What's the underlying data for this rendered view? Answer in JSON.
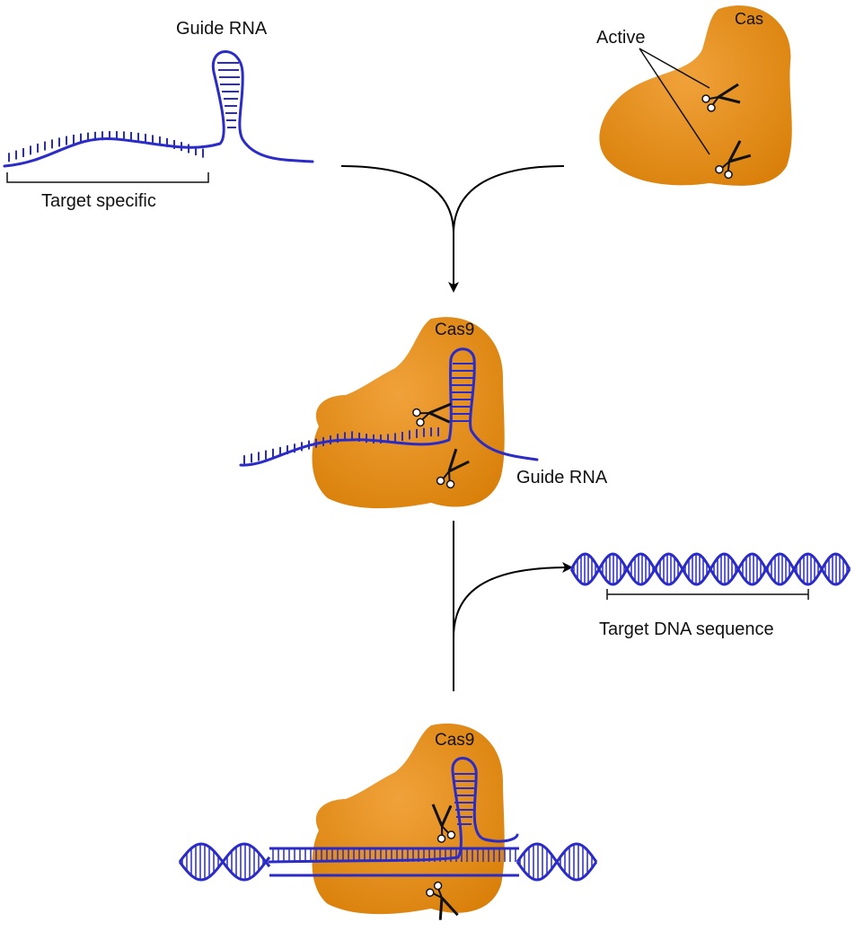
{
  "labels": {
    "guide_rna_top": "Guide RNA",
    "target_specific": "Target specific",
    "cas": "Cas",
    "active": "Active",
    "cas9_middle": "Cas9",
    "guide_rna_middle": "Guide RNA",
    "target_dna": "Target DNA sequence",
    "cas9_bottom": "Cas9"
  },
  "colors": {
    "protein": "#e8900f",
    "nucleic_acid": "#2b2bc8",
    "arrow": "#000000",
    "scissors": "#111111"
  }
}
